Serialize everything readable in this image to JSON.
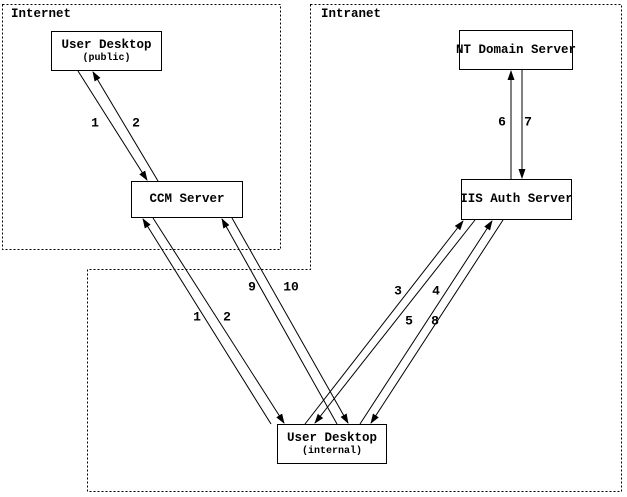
{
  "diagram": {
    "zones": [
      {
        "id": "internet",
        "label": "Internet"
      },
      {
        "id": "intranet",
        "label": "Intranet"
      }
    ],
    "nodes": [
      {
        "id": "user-desktop-public",
        "title": "User Desktop",
        "subtitle": "(public)",
        "zone": "internet"
      },
      {
        "id": "ccm-server",
        "title": "CCM Server",
        "subtitle": "",
        "zone": "internet"
      },
      {
        "id": "nt-domain-server",
        "title": "NT Domain Server",
        "subtitle": "",
        "zone": "intranet"
      },
      {
        "id": "iis-auth-server",
        "title": "IIS Auth Server",
        "subtitle": "",
        "zone": "intranet"
      },
      {
        "id": "user-desktop-internal",
        "title": "User Desktop",
        "subtitle": "(internal)",
        "zone": "intranet"
      }
    ],
    "steps": [
      {
        "label": "1",
        "from": "User Desktop (public)",
        "to": "CCM Server"
      },
      {
        "label": "2",
        "from": "CCM Server",
        "to": "User Desktop (public)"
      },
      {
        "label": "1",
        "from": "User Desktop (internal)",
        "to": "CCM Server"
      },
      {
        "label": "2",
        "from": "CCM Server",
        "to": "User Desktop (internal)"
      },
      {
        "label": "9",
        "from": "User Desktop (internal)",
        "to": "CCM Server"
      },
      {
        "label": "10",
        "from": "CCM Server",
        "to": "User Desktop (internal)"
      },
      {
        "label": "3",
        "from": "User Desktop (internal)",
        "to": "IIS Auth Server"
      },
      {
        "label": "4",
        "from": "IIS Auth Server",
        "to": "User Desktop (internal)"
      },
      {
        "label": "5",
        "from": "User Desktop (internal)",
        "to": "IIS Auth Server"
      },
      {
        "label": "8",
        "from": "IIS Auth Server",
        "to": "User Desktop (internal)"
      },
      {
        "label": "6",
        "from": "IIS Auth Server",
        "to": "NT Domain Server"
      },
      {
        "label": "7",
        "from": "NT Domain Server",
        "to": "IIS Auth Server"
      }
    ],
    "colors": {
      "line": "#000000",
      "background": "#ffffff"
    }
  }
}
